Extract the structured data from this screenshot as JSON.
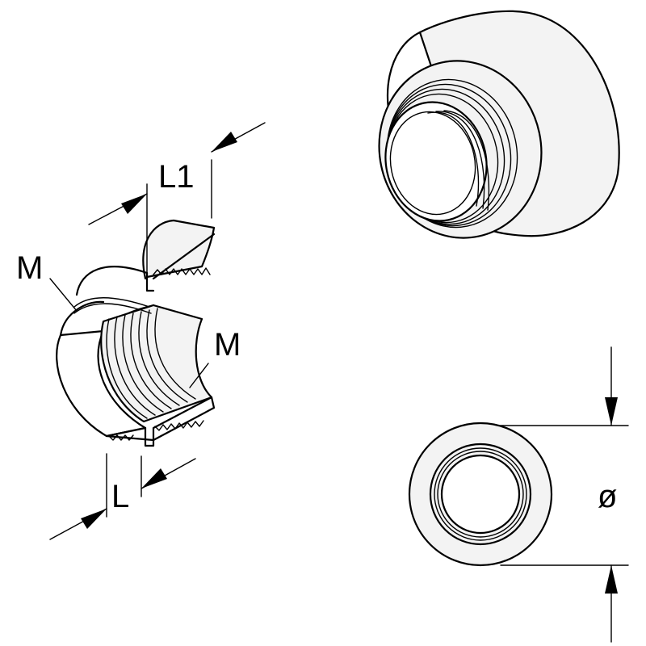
{
  "labels": {
    "l1": "L1",
    "m_top": "M",
    "m_right": "M",
    "l": "L",
    "diameter": "ø"
  }
}
